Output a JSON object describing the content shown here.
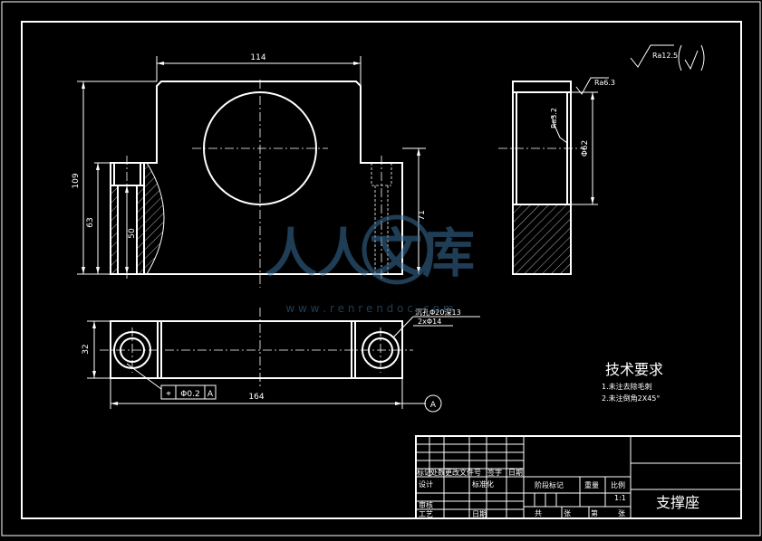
{
  "dimensions": {
    "width_114": "114",
    "height_109": "109",
    "height_63": "63",
    "height_50": "50",
    "height_71": "71",
    "bore_dia": "Φ62",
    "length_164": "164",
    "width_32": "32",
    "counterbore": "沉孔Φ20深13",
    "holes": "2xΦ14",
    "tolerance_symbol": "⌖",
    "tolerance_value": "Φ0.2",
    "tolerance_datum": "A",
    "datum_label": "A"
  },
  "roughness": {
    "general": "Ra12.5",
    "top_face": "Ra6.3",
    "bore": "Ra3.2"
  },
  "watermark": {
    "text": "人人文库",
    "url": "w w w . r e n r e n d o c . c o m"
  },
  "tech_requirements": {
    "title": "技术要求",
    "items": [
      "1.未注去除毛刺",
      "2.未注倒角2X45°"
    ]
  },
  "title_block": {
    "part_name": "支撑座",
    "scale": "1:1",
    "labels": {
      "mark_row": [
        "标记",
        "处数",
        "更改文件号",
        "签字",
        "日期"
      ],
      "design": "设计",
      "standardize": "标准化",
      "review": "审核",
      "process": "工艺",
      "date": "日期",
      "stage_mark": "阶段标记",
      "weight": "重量",
      "scale_label": "比例",
      "total": "共",
      "sheet": "张",
      "page": "第",
      "page2": "张"
    }
  }
}
